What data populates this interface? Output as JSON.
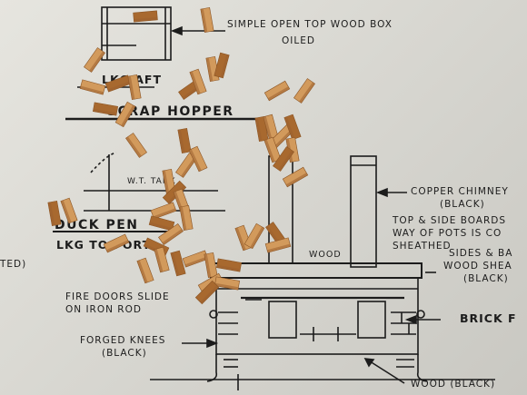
{
  "labels": {
    "box_title": "SIMPLE OPEN TOP WOOD BOX",
    "box_sub": "OILED",
    "lkg_aft": "LKG AFT",
    "scrap_hopper": "SCRAP HOPPER",
    "wt_tank": "W.T. TANK",
    "duck_pen": "DUCK PEN",
    "lkg_to_port": "LKG TO PORT",
    "ted": "TED)",
    "copper_chimney": "COPPER CHIMNEY",
    "copper_black": "(BLACK)",
    "top_boards_1": "TOP & SIDE BOARDS",
    "top_boards_2": "WAY OF POTS IS CO",
    "top_boards_3": "SHEATHED",
    "wood_top": "WOOD",
    "sides_1": "SIDES & BA",
    "sides_2": "WOOD SHEA",
    "sides_3": "(BLACK)",
    "fire_doors_1": "FIRE DOORS SLIDE",
    "fire_doors_2": "ON IRON ROD",
    "brick": "BRICK F",
    "forged_1": "FORGED KNEES",
    "forged_2": "(BLACK)",
    "wood_black": "WOOD (BLACK)"
  },
  "colors": {
    "ink": "#1c1c1c",
    "paper": "#dcdbd5",
    "wood_light": "#d29a5c",
    "wood_dark": "#a8692f"
  }
}
